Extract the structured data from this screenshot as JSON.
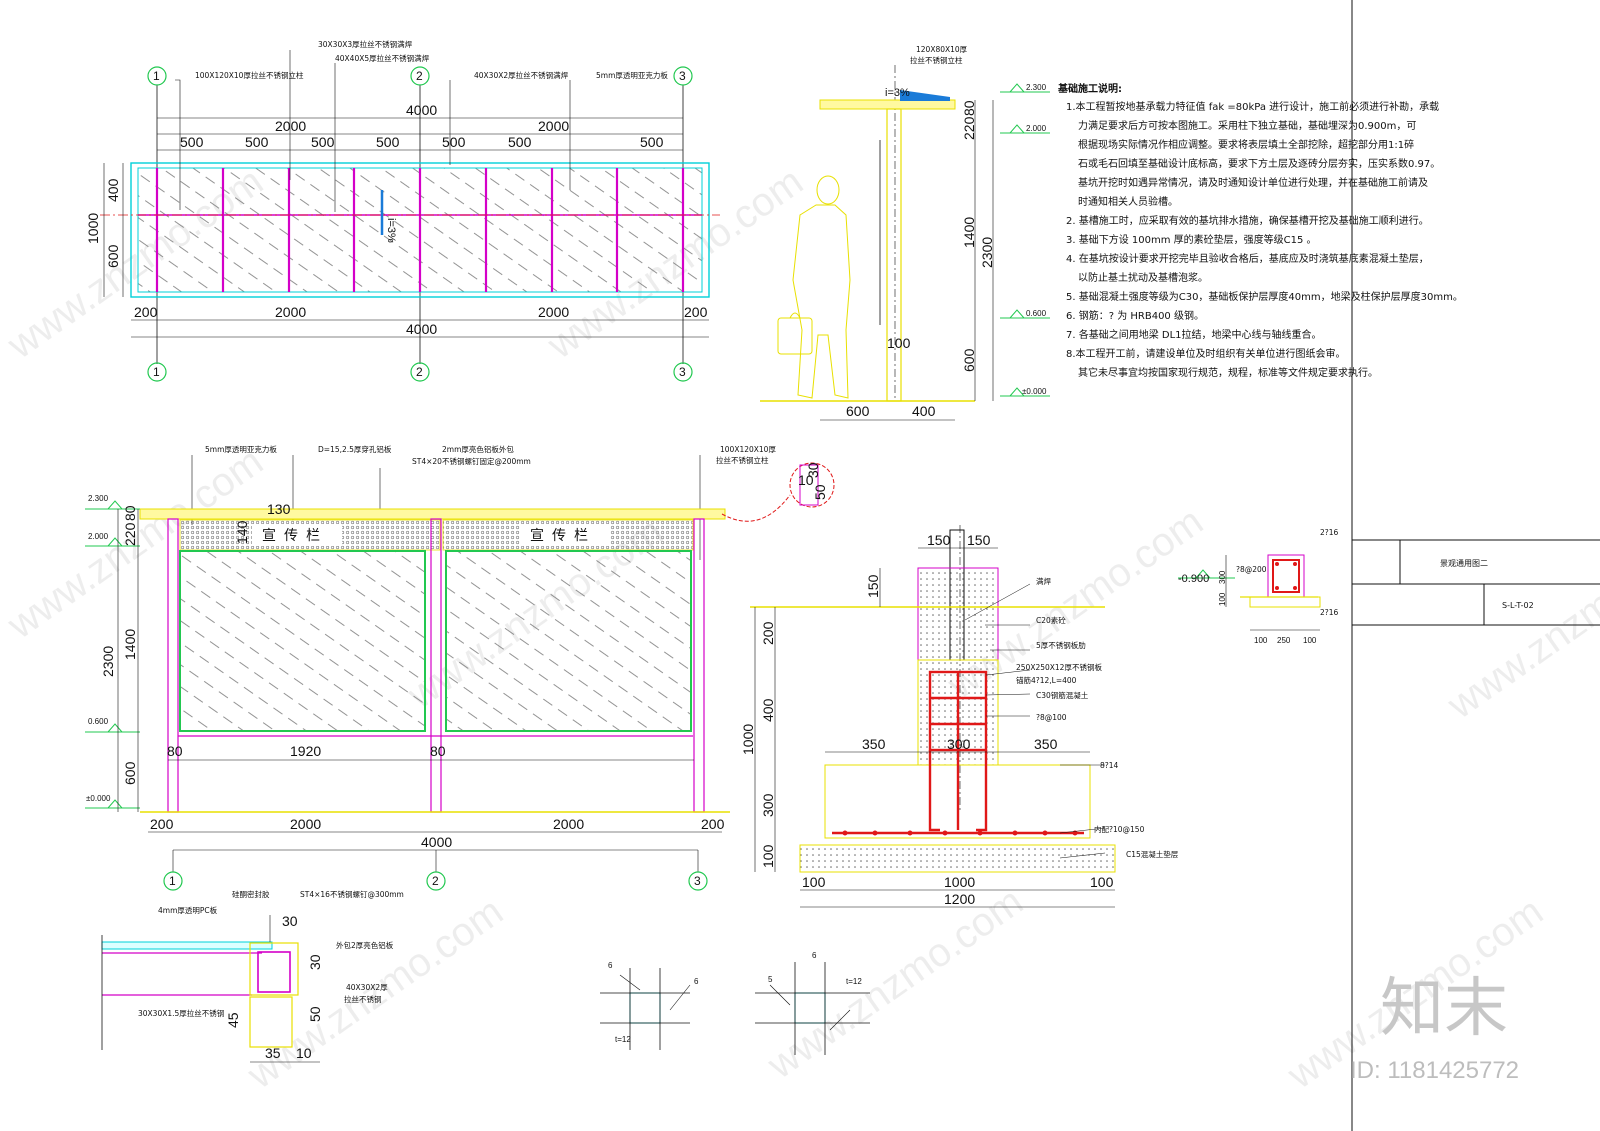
{
  "title_block": {
    "drawing_name": "景观通用图二",
    "drawing_no": "S-L-T-02"
  },
  "notes": {
    "heading": "基础施工说明:",
    "lines": [
      "1.本工程暂按地基承载力特征值 fak =80kPa 进行设计，施工前必须进行补勘，承载",
      "力满足要求后方可按本图施工。采用柱下独立基础，基础埋深为0.900m，可",
      "根据现场实际情况作相应调整。要求将表层填土全部挖除，超挖部分用1:1碎",
      "石或毛石回填至基础设计底标高，要求下方土层及逐砖分层夯实，压实系数0.97。",
      "基坑开挖时如遇异常情况，请及时通知设计单位进行处理，并在基础施工前请及",
      "时通知相关人员验槽。",
      "2. 基槽施工时，应采取有效的基坑排水措施，确保基槽开挖及基础施工顺利进行。",
      "3. 基础下方设 100mm 厚的素砼垫层，强度等级C15 。",
      "4. 在基坑按设计要求开挖完毕且验收合格后，基底应及时浇筑基底素混凝土垫层，",
      "以防止基土扰动及基槽泡浆。",
      "5. 基础混凝土强度等级为C30，基础板保护层厚度40mm，地梁及柱保护层厚度30mm。",
      "6. 钢筋：? 为 HRB400 级钢。",
      "7. 各基础之间用地梁 DL1拉结，地梁中心线与轴线重合。",
      "8.本工程开工前，请建设单位及时组织有关单位进行图纸会审。",
      "其它未尽事宜均按国家现行规范，规程，标准等文件规定要求执行。"
    ]
  },
  "plan": {
    "top_labels": [
      "100X120X10厚拉丝不锈钢立柱",
      "30X30X3厚拉丝不锈钢满焊",
      "40X40X5厚拉丝不锈钢满焊",
      "40X30X2厚拉丝不锈钢满焊",
      "5mm厚透明亚克力板"
    ],
    "grid": [
      "1",
      "2",
      "3"
    ],
    "total": "4000",
    "halves": [
      "2000",
      "2000"
    ],
    "bays": [
      "500",
      "500",
      "500",
      "500",
      "500",
      "500",
      "500"
    ],
    "depth_total": "1000",
    "depth_parts": [
      "400",
      "600"
    ],
    "bottom_ends": [
      "200",
      "200"
    ],
    "slope": "i=3%"
  },
  "side": {
    "top_label": "120X80X10厚",
    "top_label2": "拉丝不锈钢立柱",
    "slope": "i=3%",
    "levels": [
      "2.300",
      "2.000",
      "0.600",
      "±0.000"
    ],
    "dims_v": [
      "80",
      "220",
      "1400",
      "2300",
      "600"
    ],
    "dims_h": [
      "600",
      "400"
    ],
    "post_dim": "100"
  },
  "elevation": {
    "labels": [
      "5mm厚透明亚克力板",
      "D=15,2.5厚穿孔铝板",
      "2mm厚亮色铝板外包",
      "ST4×20不锈钢螺钉固定@200mm",
      "100X120X10厚",
      "拉丝不锈钢立柱"
    ],
    "board_text": [
      "宣传栏",
      "宣传栏"
    ],
    "levels": [
      "2.300",
      "2.000",
      "0.600",
      "±0.000"
    ],
    "dims_v": [
      "80",
      "220",
      "140",
      "1400",
      "2300",
      "600"
    ],
    "top_dim": "130",
    "inner": [
      "80",
      "1920",
      "80"
    ],
    "bottom": [
      "200",
      "2000",
      "2000",
      "200"
    ],
    "total": "4000",
    "grid": [
      "1",
      "2",
      "3"
    ],
    "callout": [
      "30",
      "10",
      "50"
    ]
  },
  "foundation": {
    "labels": [
      "满焊",
      "C20素砼",
      "5厚不锈钢板肋",
      "250X250X12厚不锈钢板",
      "锚筋4?12,L=400",
      "C30钢筋混凝土",
      "?8@100",
      "8?14",
      "内配?10@150",
      "C15混凝土垫层"
    ],
    "dims_top": [
      "150",
      "150"
    ],
    "dim_150": "150",
    "dims_v": [
      "200",
      "400",
      "1000",
      "300",
      "100"
    ],
    "dims_mid": [
      "350",
      "300",
      "350"
    ],
    "dims_bot": [
      "100",
      "1000",
      "100"
    ],
    "dim_total": "1200"
  },
  "beam": {
    "level": "-0.900",
    "labels": [
      "2?16",
      "?8@200",
      "2?16"
    ],
    "dims_h": [
      "100",
      "250",
      "100"
    ],
    "dims_v": [
      "300",
      "100"
    ]
  },
  "detail": {
    "labels": [
      "硅酮密封胶",
      "ST4×16不锈钢螺钉@300mm",
      "4mm厚透明PC板",
      "外包2厚亮色铝板",
      "40X30X2厚",
      "拉丝不锈钢",
      "30X30X1.5厚拉丝不锈钢"
    ],
    "dims": [
      "30",
      "30",
      "45",
      "50",
      "35",
      "10"
    ]
  },
  "welds": {
    "a": [
      "6",
      "6",
      "t=12"
    ],
    "b": [
      "6",
      "5",
      "t=12"
    ]
  },
  "watermark": {
    "site": "www.znzmo.com",
    "brand": "知末",
    "id": "ID: 1181425772"
  },
  "colors": {
    "cyan": "#00d0d8",
    "magenta": "#d400c8",
    "green": "#22c850",
    "red": "#e01818",
    "yellow": "#e8e000",
    "blue": "#1a7bd8"
  }
}
